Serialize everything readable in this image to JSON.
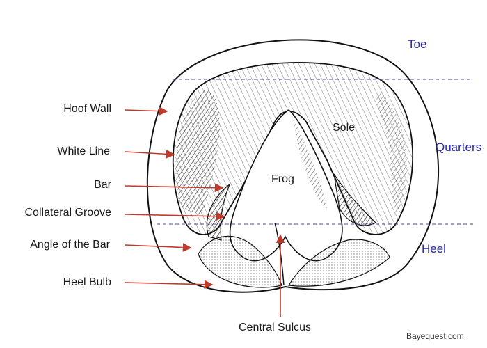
{
  "labels": {
    "hoof_wall": "Hoof Wall",
    "white_line": "White Line",
    "bar": "Bar",
    "collateral_groove": "Collateral Groove",
    "angle_of_bar": "Angle of the Bar",
    "heel_bulb": "Heel Bulb",
    "central_sulcus": "Central Sulcus",
    "sole": "Sole",
    "frog": "Frog"
  },
  "regions": {
    "toe": "Toe",
    "quarters": "Quarters",
    "heel": "Heel"
  },
  "credit": "Bayequest.com",
  "colors": {
    "arrow": "#c0392b",
    "region_text": "#2a2aa8",
    "divider": "#4a4aa0"
  }
}
